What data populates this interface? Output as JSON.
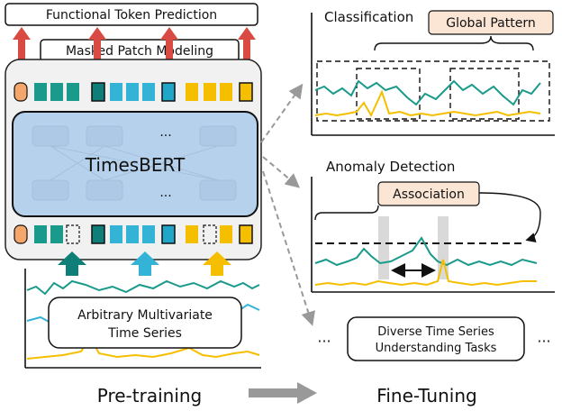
{
  "title_functional": "Functional Token Prediction",
  "title_masked": "Masked Patch Modeling",
  "model_name": "TimesBERT",
  "model_dots_top": "···",
  "model_dots_bottom": "···",
  "input_line1": "Arbitrary Multivariate",
  "input_line2": "Time Series",
  "pretraining_label": "Pre-training",
  "finetuning_label": "Fine-Tuning",
  "classification_title": "Classification",
  "global_pattern": "Global Pattern",
  "anomaly_title": "Anomaly Detection",
  "association": "Association",
  "tasks_line1": "Diverse Time Series",
  "tasks_line2": "Understanding Tasks",
  "ellipsis_left": "···",
  "ellipsis_right": "···",
  "colors": {
    "orange_token": "#f5a66b",
    "teal": "#1a9a8a",
    "cyan": "#33b4d6",
    "yellow": "#f5bf00",
    "red_arrow": "#d94a43",
    "model_blue": "#b6d1ec",
    "dark_teal": "#0e7f78",
    "assoc_fill": "#fbe6d6"
  }
}
